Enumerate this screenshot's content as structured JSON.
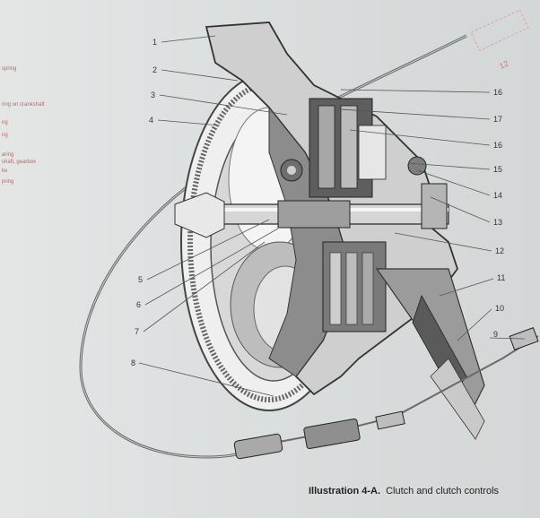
{
  "caption": {
    "label": "Illustration 4-A.",
    "title": "Clutch and clutch controls"
  },
  "callouts": [
    "1",
    "2",
    "3",
    "4",
    "5",
    "6",
    "7",
    "8",
    "9",
    "10",
    "11",
    "12",
    "13",
    "14",
    "15",
    "16",
    "17",
    "16"
  ],
  "margin_notes": [
    "spring",
    "ring on crankshaft",
    "ng",
    "ng",
    "shaft, gearbox",
    "aring",
    "ke",
    "pring"
  ],
  "stamp_text": "12"
}
